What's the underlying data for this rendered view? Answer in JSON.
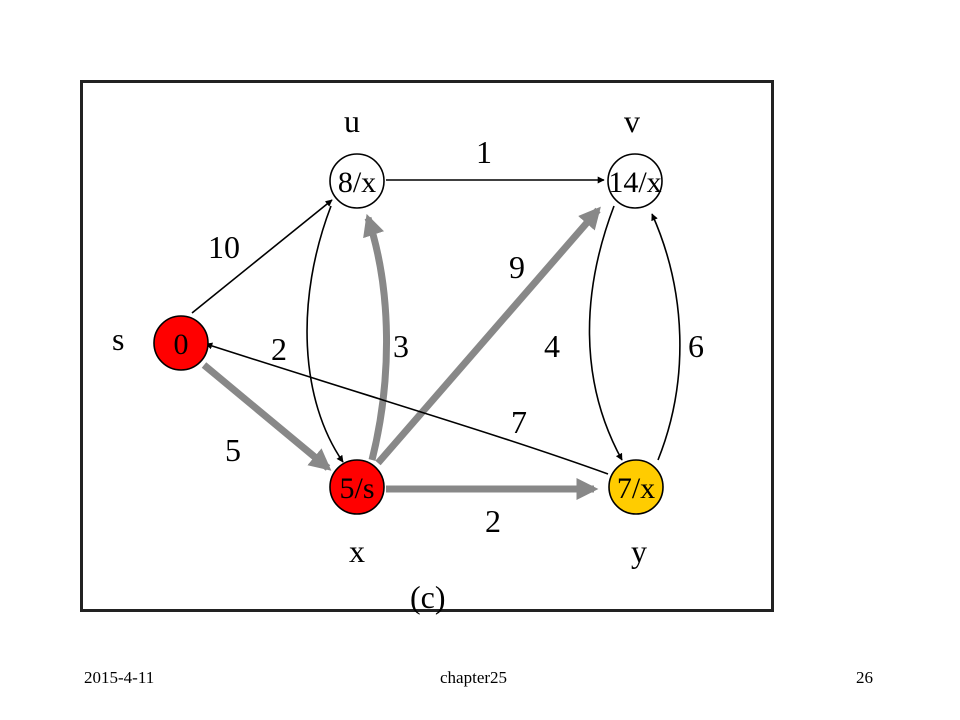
{
  "graph": {
    "nodes": [
      {
        "id": "s",
        "name_label": "s",
        "value": "0",
        "fill": "#ff0000"
      },
      {
        "id": "u",
        "name_label": "u",
        "value": "8/x",
        "fill": "#ffffff"
      },
      {
        "id": "v",
        "name_label": "v",
        "value": "14/x",
        "fill": "#ffffff"
      },
      {
        "id": "x",
        "name_label": "x",
        "value": "5/s",
        "fill": "#ff0000"
      },
      {
        "id": "y",
        "name_label": "y",
        "value": "7/x",
        "fill": "#ffcc00"
      }
    ],
    "edges": [
      {
        "from": "s",
        "to": "u",
        "weight": "10",
        "highlighted": false
      },
      {
        "from": "s",
        "to": "x",
        "weight": "5",
        "highlighted": true
      },
      {
        "from": "u",
        "to": "v",
        "weight": "1",
        "highlighted": false
      },
      {
        "from": "u",
        "to": "x",
        "weight": "2",
        "highlighted": false
      },
      {
        "from": "x",
        "to": "u",
        "weight": "3",
        "highlighted": true
      },
      {
        "from": "x",
        "to": "v",
        "weight": "9",
        "highlighted": true
      },
      {
        "from": "x",
        "to": "y",
        "weight": "2",
        "highlighted": true
      },
      {
        "from": "v",
        "to": "y",
        "weight": "4",
        "highlighted": false
      },
      {
        "from": "y",
        "to": "v",
        "weight": "6",
        "highlighted": false
      },
      {
        "from": "y",
        "to": "s",
        "weight": "7",
        "highlighted": false
      }
    ],
    "caption": "(c)"
  },
  "footer": {
    "date": "2015-4-11",
    "chapter": "chapter25",
    "page": "26"
  },
  "colors": {
    "highlight_edge": "#888888",
    "normal_edge": "#000000"
  }
}
